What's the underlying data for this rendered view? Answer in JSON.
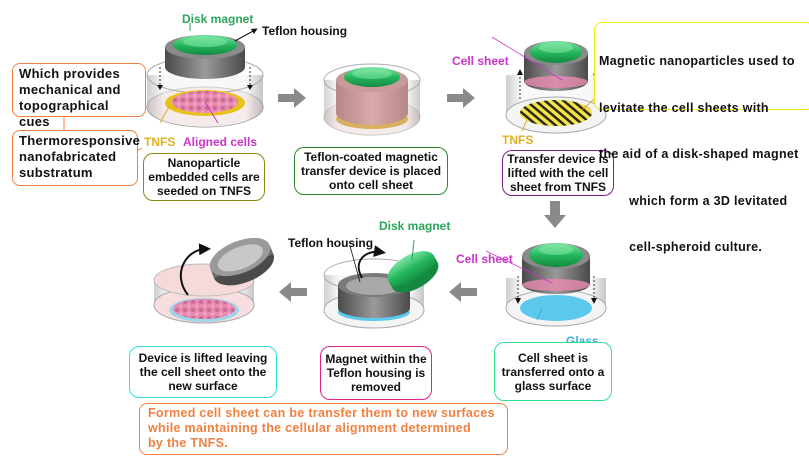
{
  "colors": {
    "magnet_green": "#2fc26a",
    "housing_gray": "#7a7a7a",
    "arrow_gray": "#8a8a8a",
    "cell_pink": "#e97fa8",
    "tnfs_yellow": "#e8c21a",
    "glass_blue": "#5cc8ec",
    "label_green": "#2aa55a",
    "label_magenta": "#cc33cc",
    "label_tnfs": "#e0b020",
    "label_glass": "#3aaee0",
    "note_orange": "#f08040",
    "note_yellow": "#f2ea00",
    "border_olive": "#8a8a10",
    "border_green": "#2c8a2c",
    "border_purple": "#7a1f8a",
    "border_cyan": "#2ee0e0",
    "border_magenta": "#e0208a",
    "border_mint": "#30e090"
  },
  "step1": {
    "label_disk_magnet": "Disk magnet",
    "label_teflon_housing": "Teflon housing",
    "label_tnfs": "TNFS",
    "label_aligned_cells": "Aligned cells",
    "caption": [
      "Nanoparticle",
      "embedded cells are",
      "seeded on TNFS"
    ]
  },
  "step2": {
    "caption": [
      "Teflon-coated magnetic",
      "transfer device is placed",
      "onto cell sheet"
    ]
  },
  "step3": {
    "label_cell_sheet": "Cell sheet",
    "label_tnfs": "TNFS",
    "caption": [
      "Transfer device is",
      "lifted with the cell",
      "sheet from  TNFS"
    ]
  },
  "step4": {
    "label_cell_sheet": "Cell sheet",
    "label_glass": "Glass",
    "caption": [
      "Cell sheet is",
      "transferred onto a",
      "glass surface"
    ]
  },
  "step5": {
    "label_teflon_housing": "Teflon housing",
    "label_disk_magnet": "Disk magnet",
    "caption": [
      "Magnet within the",
      "Teflon housing is",
      "removed"
    ]
  },
  "step6": {
    "caption": [
      "Device is lifted leaving",
      "the cell sheet  onto the",
      "new surface"
    ]
  },
  "notes": {
    "cues": [
      "Which provides",
      "mechanical and",
      "topographical cues"
    ],
    "tnfs_def": [
      "Thermoresponsive",
      "nanofabricated",
      "substratum"
    ],
    "magnetic": [
      "Magnetic nanoparticles used to",
      "levitate the cell sheets with",
      "the aid of a disk-shaped magnet",
      "        which form a 3D levitated",
      "        cell-spheroid culture."
    ],
    "formed": [
      "Formed cell sheet can be transfer them to new surfaces",
      "while maintaining the cellular alignment determined",
      "by the TNFS."
    ]
  }
}
